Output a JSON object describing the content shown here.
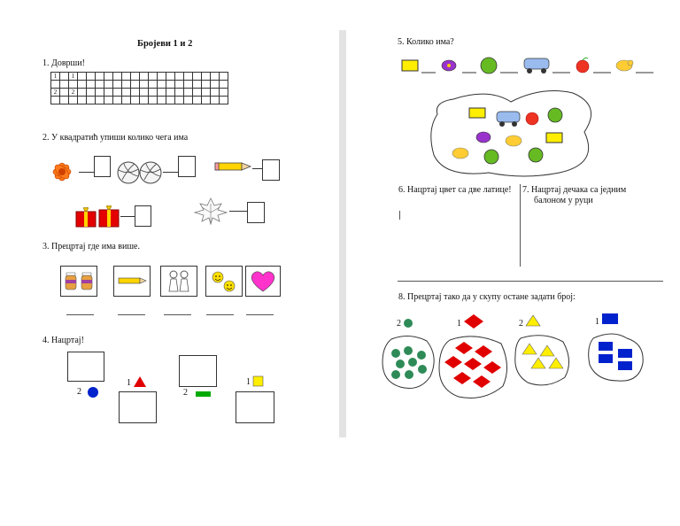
{
  "title": "Бројеви  1 и 2",
  "task1": {
    "label": "1. Доврши!",
    "grid_row1": [
      "1",
      "1"
    ],
    "grid_row2": [
      "2",
      "2"
    ]
  },
  "task2": {
    "label": "2.  У квадратић упиши колико чега има"
  },
  "task3": {
    "label": "3.  Прецртај где има више."
  },
  "task4": {
    "label": "4. Нацртај!",
    "n1": "2",
    "n2": "1",
    "n3": "2",
    "n4": "1"
  },
  "task5": {
    "label": "5. Колико има?"
  },
  "task6": {
    "label": "6. Нацртај цвет са две латице!"
  },
  "task7": {
    "label_line1": "7. Нацртај дечака са једним",
    "label_line2": "балоном у руци"
  },
  "task8": {
    "label": "8. Прецртај тако да у скупу остане задати број:",
    "n1": "2",
    "n2": "1",
    "n3": "2",
    "n4": "1"
  },
  "colors": {
    "green": "#2e8b57",
    "red": "#e00000",
    "yellow": "#ffee00",
    "blue": "#0022cc",
    "pink": "#ff33cc"
  }
}
